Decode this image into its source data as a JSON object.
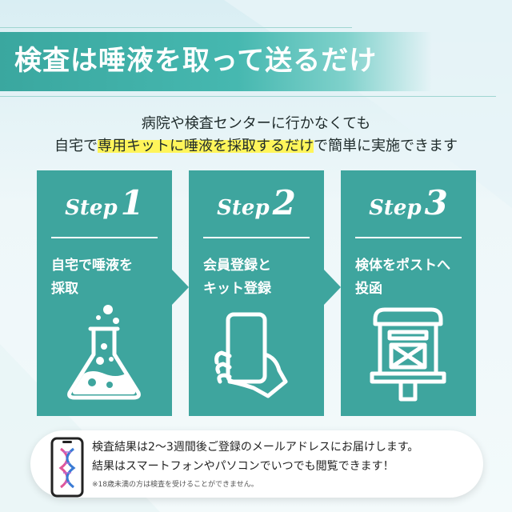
{
  "header": {
    "title": "検査は唾液を取って送るだけ"
  },
  "intro": {
    "line1": "病院や検査センターに行かなくても",
    "line2_before": "自宅で",
    "line2_highlight": "専用キットに唾液を採取するだけ",
    "line2_after": "で簡単に実施できます"
  },
  "steps": [
    {
      "word": "Step",
      "number": "1",
      "text_line1": "自宅で唾液を",
      "text_line2": "採取",
      "icon": "flask-icon"
    },
    {
      "word": "Step",
      "number": "2",
      "text_line1": "会員登録と",
      "text_line2": "キット登録",
      "icon": "smartphone-hand-icon"
    },
    {
      "word": "Step",
      "number": "3",
      "text_line1": "検体をポストへ",
      "text_line2": "投函",
      "icon": "mailbox-icon"
    }
  ],
  "note": {
    "line1": "検査結果は2〜3週間後ご登録のメールアドレスにお届けします。",
    "line2": "結果はスマートフォンやパソコンでいつでも閲覧できます！",
    "line3": "※18歳未満の方は検査を受けることができません。",
    "icon": "phone-dna-icon"
  },
  "colors": {
    "teal": "#3ea59e",
    "highlight": "#fff55a",
    "text": "#1f2b2b"
  }
}
